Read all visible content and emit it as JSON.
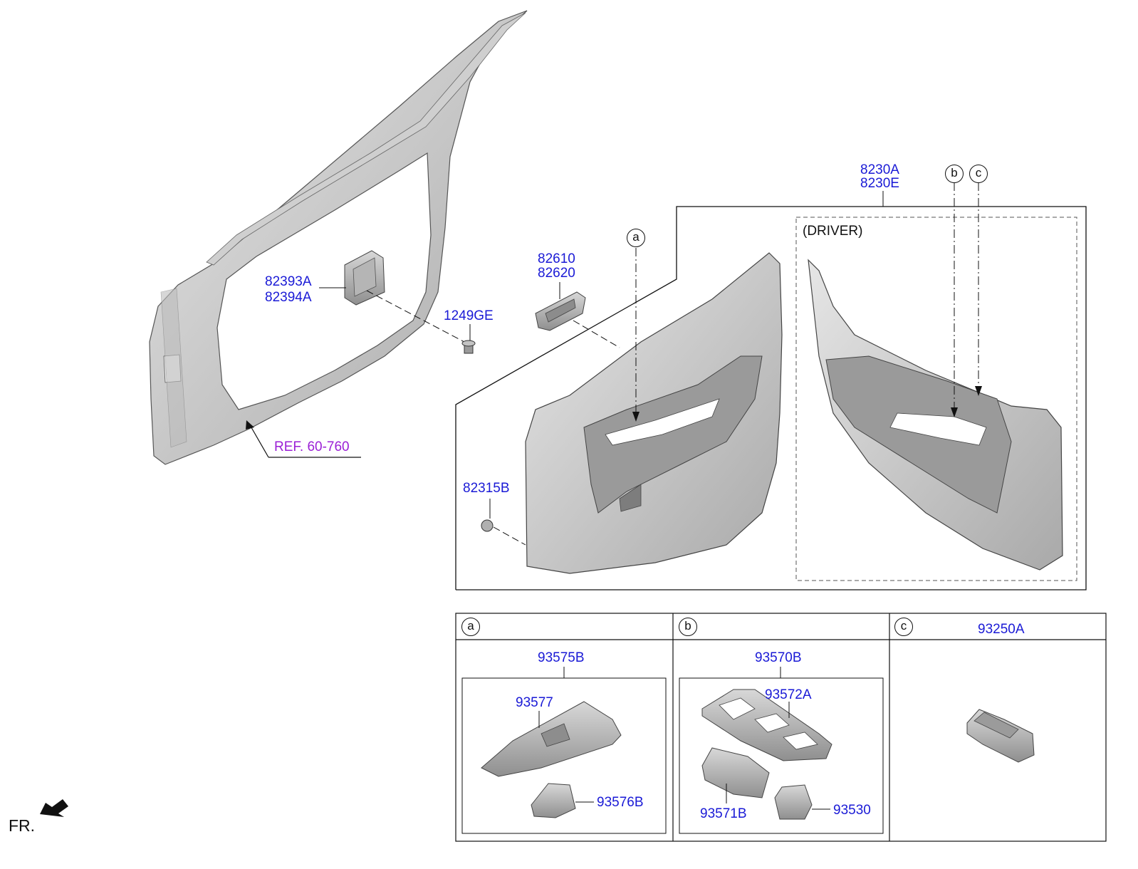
{
  "parts": {
    "p82393A": "82393A",
    "p82394A": "82394A",
    "p1249GE": "1249GE",
    "p82610": "82610",
    "p82620": "82620",
    "p8230A": "8230A",
    "p8230E": "8230E",
    "p82315B": "82315B",
    "ref": "REF. 60-760",
    "driver": "(DRIVER)"
  },
  "callouts": {
    "a": "a",
    "b": "b",
    "c": "c"
  },
  "detail_table": {
    "a": {
      "key": "a",
      "assembly": "93575B",
      "part1": "93577",
      "part2": "93576B"
    },
    "b": {
      "key": "b",
      "assembly": "93570B",
      "part1": "93572A",
      "part2": "93571B",
      "part3": "93530"
    },
    "c": {
      "key": "c",
      "assembly": "93250A"
    }
  },
  "direction": {
    "label": "FR."
  },
  "colors": {
    "part_number": "#1a1ad6",
    "reference": "#9b1fd6",
    "line": "#111111",
    "part_fill": "#c9c9c9"
  }
}
